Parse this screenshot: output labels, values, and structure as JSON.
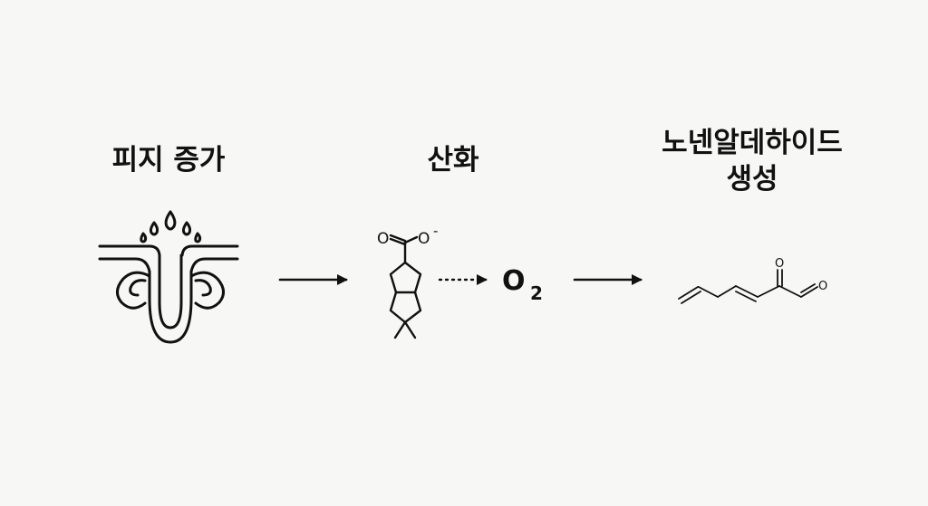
{
  "steps": {
    "sebum_label": "피지 증가",
    "oxidation_label": "산화",
    "nonenal_label_line1": "노넨알데하이드",
    "nonenal_label_line2": "생성"
  },
  "molecules": {
    "carboxylate_o": "O",
    "carboxylate_o_minus": "O",
    "charge": "-",
    "oxygen_o": "O",
    "oxygen_subscript": "2",
    "ketone_o": "O",
    "aldehyde_o": "O"
  },
  "icons": [
    "sebaceous-gland-icon",
    "arrow-right-icon",
    "cyclic-carboxylate-structure-icon",
    "dotted-arrow-icon",
    "nonenal-structure-icon"
  ]
}
